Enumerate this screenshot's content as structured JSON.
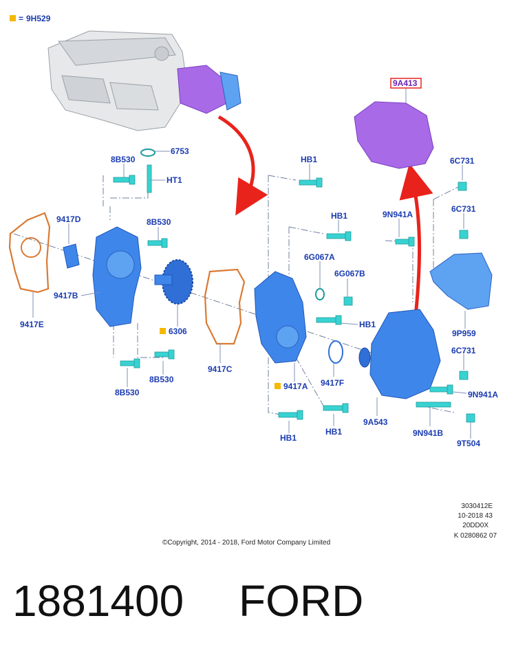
{
  "legend": {
    "marker_color": "#f5b800",
    "text": "= 9H529"
  },
  "labels": {
    "9H529": "9H529",
    "6753": "6753",
    "8B530_a": "8B530",
    "HT1": "HT1",
    "9417D": "9417D",
    "8B530_b": "8B530",
    "9417B": "9417B",
    "9417E": "9417E",
    "6306": "6306",
    "8B530_c": "8B530",
    "8B530_d": "8B530",
    "9417C": "9417C",
    "HB1_a": "HB1",
    "HB1_b": "HB1",
    "6G067A": "6G067A",
    "6G067B": "6G067B",
    "HB1_c": "HB1",
    "9417F": "9417F",
    "9417A": "9417A",
    "HB1_d": "HB1",
    "HB1_e": "HB1",
    "9A413": "9A413",
    "6C731_a": "6C731",
    "6C731_b": "6C731",
    "9N941A_a": "9N941A",
    "9P959": "9P959",
    "6C731_c": "6C731",
    "9N941A_b": "9N941A",
    "9A543": "9A543",
    "9N941B": "9N941B",
    "9T504": "9T504"
  },
  "reference": [
    "3030412E",
    "10-2018 43",
    "20DD0X",
    "K 0280862 07"
  ],
  "copyright": "©Copyright, 2014 - 2018, Ford Motor Company Limited",
  "part_number": "1881400",
  "brand": "FORD",
  "colors": {
    "label": "#1a3bb0",
    "bolt": "#39d2d2",
    "pump_body": "#3f86ea",
    "gasket": "#d97a33",
    "cover": "#a86ae6",
    "arrow": "#e8231c",
    "engine": "#e6e8ea"
  }
}
